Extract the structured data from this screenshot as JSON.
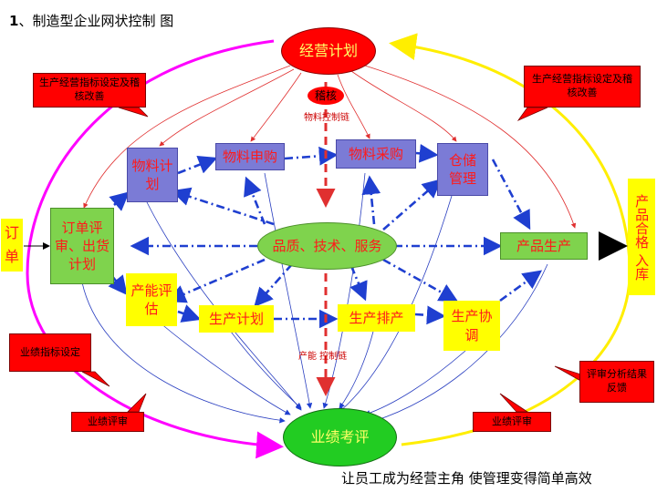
{
  "title": {
    "num": "1",
    "text": "、制造型企业网状控制 图"
  },
  "nodes": {
    "plan": "经营计划",
    "audit": "稽核",
    "quality": "品质、技术、服务",
    "performance": "业绩考评",
    "material_plan": "物料计划",
    "material_request": "物料申购",
    "material_purchase": "物料采购",
    "warehouse": "仓储管理",
    "order": "订单评审、出货计划",
    "product_prod": "产品生产",
    "capacity": "产能评估",
    "prod_plan": "生产计划",
    "prod_schedule": "生产排产",
    "prod_coord": "生产协调",
    "order_in": "订单",
    "stock_in": "产品合格 入库"
  },
  "chain_labels": {
    "material": "物料控制链",
    "capacity": "产能 控制链"
  },
  "callouts": {
    "top_left": "生产经营指标设定及稽核改善",
    "top_right": "生产经营指标设定及稽核改善",
    "perf_setting": "业绩指标设定",
    "perf_review_left": "业绩评审",
    "perf_review_right": "业绩评审",
    "review_feedback": "评审分析结果反馈"
  },
  "footer": "让员工成为经营主角  使管理变得简单高效"
}
